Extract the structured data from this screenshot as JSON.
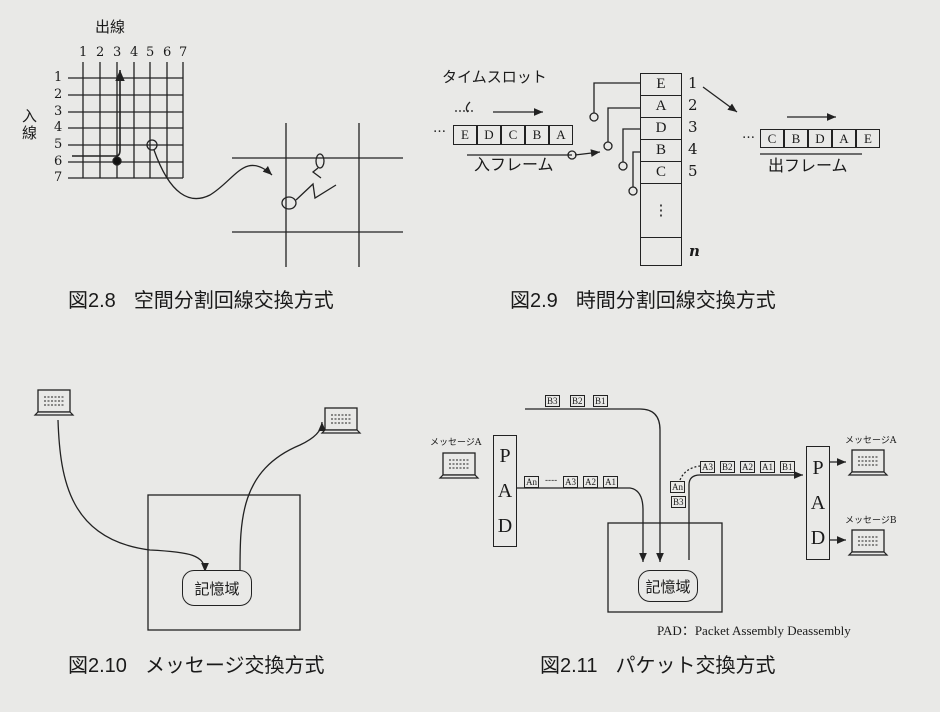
{
  "fig28": {
    "caption_num": "図2.8",
    "caption_text": "空間分割回線交換方式",
    "out_label": "出線",
    "in_label": "入線",
    "cols": [
      "1",
      "2",
      "3",
      "4",
      "5",
      "6",
      "7"
    ],
    "rows": [
      "1",
      "2",
      "3",
      "4",
      "5",
      "6",
      "7"
    ]
  },
  "fig29": {
    "caption_num": "図2.9",
    "caption_text": "時間分割回線交換方式",
    "timeslot_label": "タイムスロット",
    "ellipsis": "…",
    "in_frame": [
      "E",
      "D",
      "C",
      "B",
      "A"
    ],
    "in_frame_label": "入フレーム",
    "buffer": [
      "E",
      "A",
      "D",
      "B",
      "C"
    ],
    "buffer_numbers": [
      "1",
      "2",
      "3",
      "4",
      "5"
    ],
    "buffer_dots": "⋮",
    "buffer_last": "n",
    "out_frame": [
      "C",
      "B",
      "D",
      "A",
      "E"
    ],
    "out_frame_label": "出フレーム"
  },
  "fig210": {
    "caption_num": "図2.10",
    "caption_text": "メッセージ交換方式",
    "memory_label": "記憶域"
  },
  "fig211": {
    "caption_num": "図2.11",
    "caption_text": "パケット交換方式",
    "top_packets": [
      "B3",
      "B2",
      "B1"
    ],
    "left_msg_label": "メッセージA",
    "pad_letters": [
      "P",
      "A",
      "D"
    ],
    "left_packets": [
      "An",
      "----",
      "A3",
      "A2",
      "A1"
    ],
    "mid_packets": [
      "An",
      "B3"
    ],
    "right_packets": [
      "A3",
      "B2",
      "A2",
      "A1",
      "B1"
    ],
    "memory_label": "記憶域",
    "right_msg_a": "メッセージA",
    "right_msg_b": "メッセージB",
    "footnote": "PAD：Packet Assembly Deassembly"
  }
}
